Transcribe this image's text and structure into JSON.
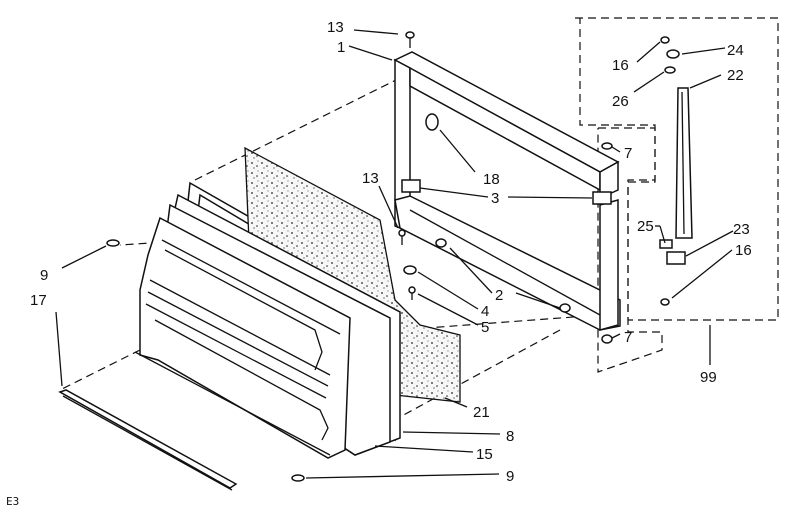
{
  "callouts": {
    "c1": "1",
    "c2": "2",
    "c3": "3",
    "c4": "4",
    "c5": "5",
    "c7a": "7",
    "c7b": "7",
    "c8": "8",
    "c9a": "9",
    "c9b": "9",
    "c13a": "13",
    "c13b": "13",
    "c15": "15",
    "c16a": "16",
    "c16b": "16",
    "c17": "17",
    "c18": "18",
    "c21": "21",
    "c22": "22",
    "c23": "23",
    "c24": "24",
    "c25": "25",
    "c26": "26",
    "c99": "99"
  },
  "corner_code": "E3"
}
